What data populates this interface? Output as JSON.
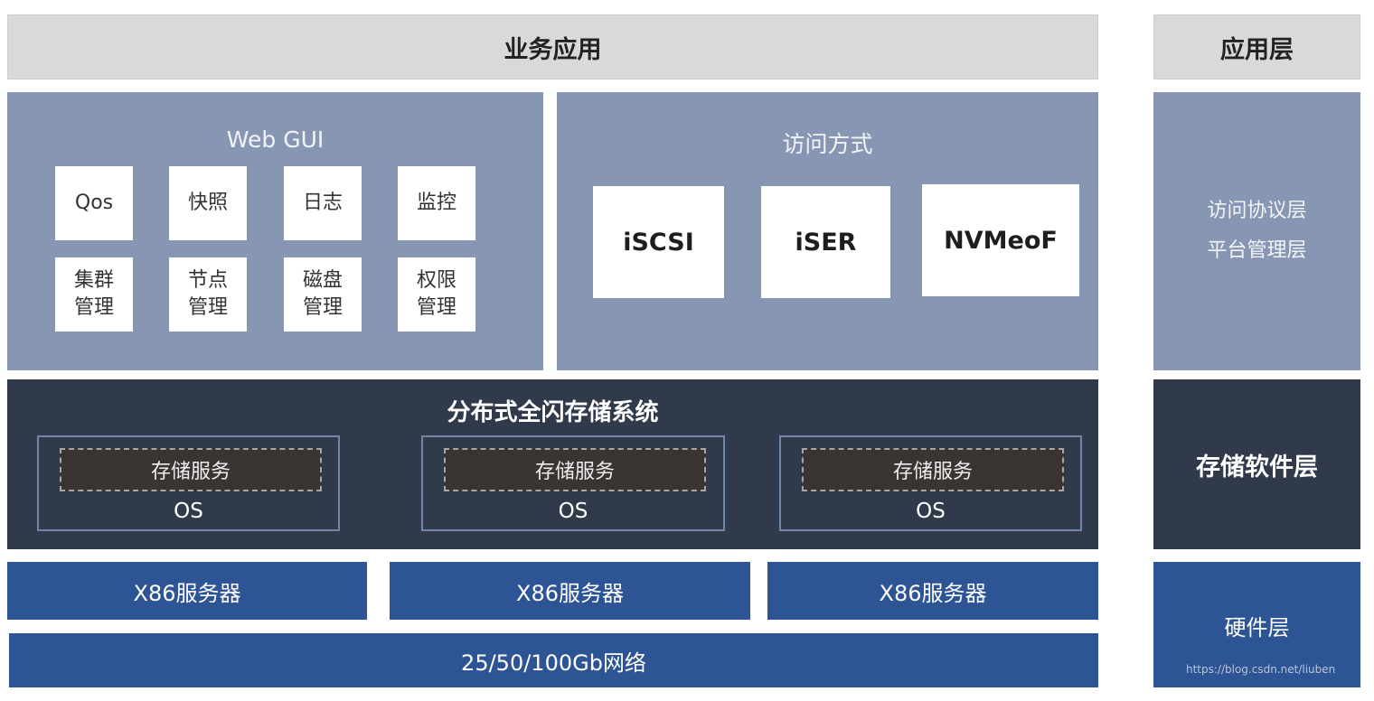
{
  "top": {
    "business_app": "业务应用",
    "app_layer": "应用层"
  },
  "web_gui": {
    "title": "Web GUI",
    "tiles": [
      [
        "Qos"
      ],
      [
        "快照"
      ],
      [
        "日志"
      ],
      [
        "监控"
      ],
      [
        "集群",
        "管理"
      ],
      [
        "节点",
        "管理"
      ],
      [
        "磁盘",
        "管理"
      ],
      [
        "权限",
        "管理"
      ]
    ]
  },
  "access": {
    "title": "访问方式",
    "protocols": [
      "iSCSI",
      "iSER",
      "NVMeoF"
    ]
  },
  "right_panel": {
    "access_layer": "访问协议层",
    "platform_layer": "平台管理层",
    "storage_layer": "存储软件层",
    "hardware_layer": "硬件层",
    "watermark": "https://blog.csdn.net/liuben"
  },
  "storage": {
    "title": "分布式全闪存储系统",
    "nodes": [
      {
        "service": "存储服务",
        "os": "OS"
      },
      {
        "service": "存储服务",
        "os": "OS"
      },
      {
        "service": "存储服务",
        "os": "OS"
      }
    ]
  },
  "servers": [
    "X86服务器",
    "X86服务器",
    "X86服务器"
  ],
  "network": "25/50/100Gb网络",
  "colors": {
    "light": "#d9d9d9",
    "mid": "#8797b3",
    "dark": "#313a4b",
    "blue": "#2d5494"
  }
}
